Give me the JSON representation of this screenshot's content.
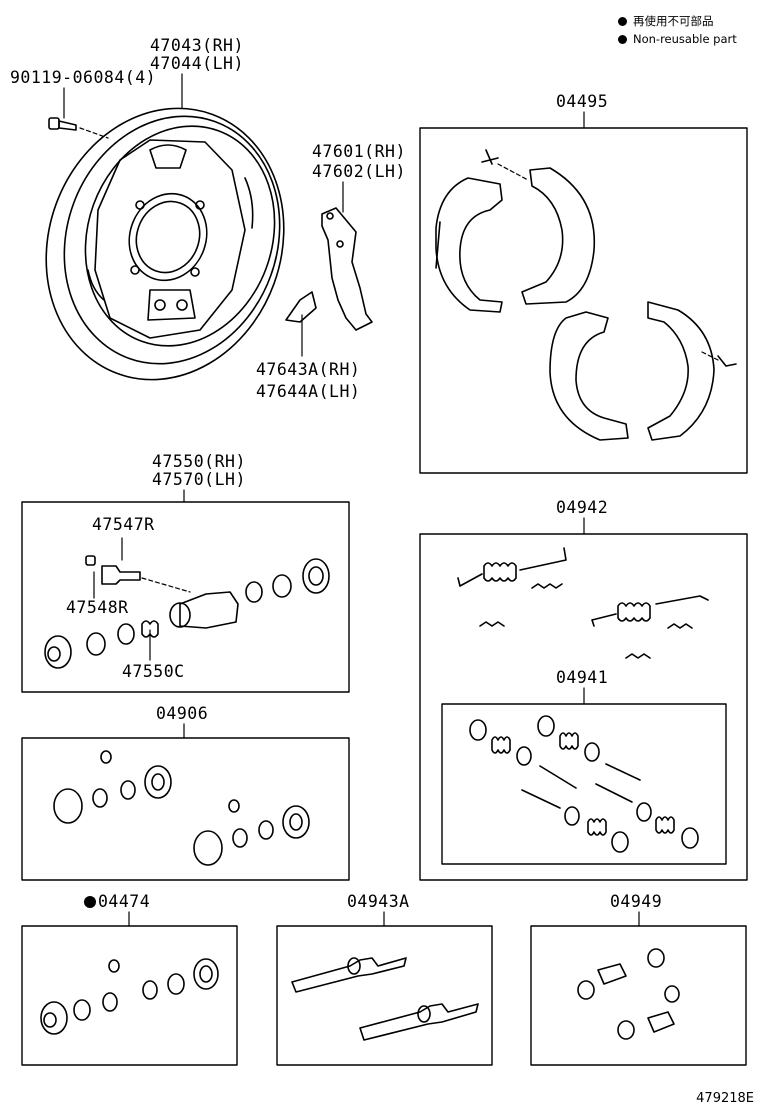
{
  "legend": {
    "line1": "再使用不可部品",
    "line2": "Non-reusable part"
  },
  "parts": {
    "plate_rh": "47043(RH)",
    "plate_lh": "47044(LH)",
    "bolt": "90119-06084(4)",
    "lever_rh": "47601(RH)",
    "lever_lh": "47602(LH)",
    "lever_small_rh": "47643A(RH)",
    "lever_small_lh": "47644A(LH)",
    "shoe_kit": "04495",
    "wheel_cyl_rh": "47550(RH)",
    "wheel_cyl_lh": "47570(LH)",
    "bleeder": "47547R",
    "bleeder_cap": "47548R",
    "cyl_kit_c": "47550C",
    "spring_kit": "04942",
    "hold_kit": "04941",
    "cyl_kit_a": "04906",
    "cyl_kit_b": "04474",
    "adjuster_kit": "04943A",
    "boot_kit": "04949"
  },
  "diagram_code": "479218E"
}
